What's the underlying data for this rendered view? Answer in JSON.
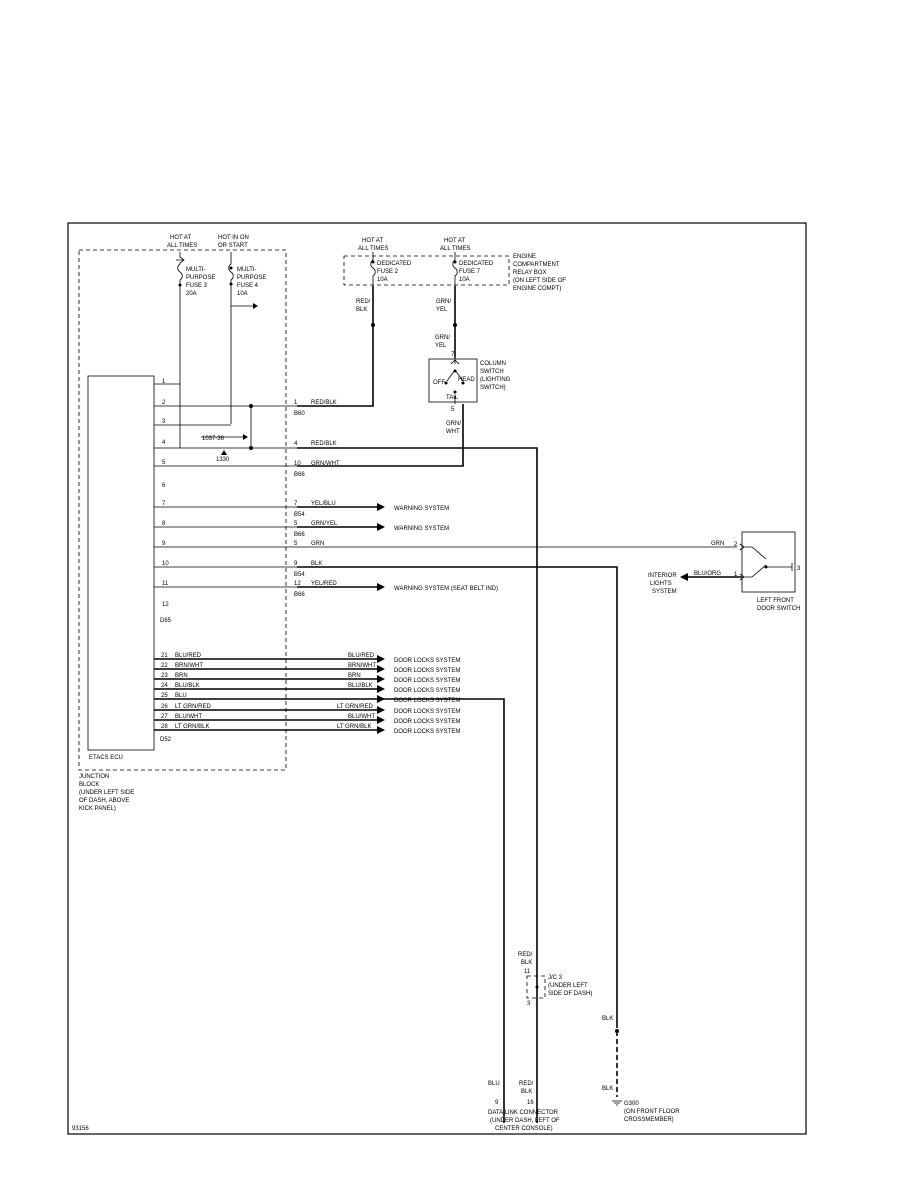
{
  "fuses": {
    "hot_always": [
      "HOT AT",
      "ALL TIMES"
    ],
    "hot_on_start": [
      "HOT IN ON",
      "OR START"
    ],
    "mp3": [
      "MULTI-",
      "PURPOSE",
      "FUSE 3",
      "20A"
    ],
    "mp4": [
      "MULTI-",
      "PURPOSE",
      "FUSE 4",
      "10A"
    ],
    "ded_hot1": [
      "HOT AT",
      "ALL TIMES"
    ],
    "ded_hot2": [
      "HOT AT",
      "ALL TIMES"
    ],
    "ded2": [
      "DEDICATED",
      "FUSE 2",
      "10A"
    ],
    "ded7": [
      "DEDICATED",
      "FUSE 7",
      "10A"
    ],
    "relay_box": [
      "ENGINE",
      "COMPARTMENT",
      "RELAY BOX",
      "(ON LEFT SIDE OF",
      "ENGINE COMPT)"
    ]
  },
  "wire_labels": {
    "red_blk_fuse": [
      "RED/",
      "BLK"
    ],
    "grn_yel_fuse": [
      "GRN/",
      "YEL"
    ],
    "grn_yel_col": [
      "GRN/",
      "YEL"
    ],
    "grn_wht_col": [
      "GRN/",
      "WHT"
    ],
    "red_blk_jc_top": [
      "RED/",
      "BLK"
    ],
    "blk_ground_upper": "BLK",
    "blk_ground_lower": "BLK",
    "blu_dlc": "BLU",
    "red_blk_dlc": [
      "RED/",
      "BLK"
    ]
  },
  "column_switch": {
    "label": [
      "COLUMN",
      "SWITCH",
      "(LIGHTING",
      "SWITCH)"
    ],
    "off": "OFF",
    "head": "HEAD",
    "tail": "TAIL",
    "pin_top": "7",
    "pin_bottom": "5"
  },
  "etacs": {
    "name": "ETACS ECU",
    "pins_upper": [
      "1",
      "2",
      "3",
      "4",
      "5",
      "6",
      "7",
      "8",
      "9",
      "10",
      "11",
      "12"
    ],
    "conn_upper": "D65",
    "conn_lower": "D52",
    "diode_labels": [
      "1037-36",
      "1330"
    ]
  },
  "junction_block": [
    "JUNCTION",
    "BLOCK",
    "(UNDER LEFT SIDE",
    "OF DASH, ABOVE",
    "KICK PANEL)"
  ],
  "upper_connections": [
    {
      "pin": "1",
      "wire": "RED/BLK",
      "conn": "B60"
    },
    {
      "pin": "4",
      "wire": "RED/BLK",
      "conn": ""
    },
    {
      "pin": "10",
      "wire": "GRN/WHT",
      "conn": "B66"
    },
    {
      "pin": "7",
      "wire": "YEL/BLU",
      "conn": "B54",
      "dest": "WARNING SYSTEM"
    },
    {
      "pin": "5",
      "wire": "GRN/YEL",
      "conn": "B66",
      "dest": "WARNING SYSTEM"
    },
    {
      "pin": "5",
      "wire": "GRN",
      "conn": ""
    },
    {
      "pin": "9",
      "wire": "BLK",
      "conn": "B54"
    },
    {
      "pin": "12",
      "wire": "YEL/RED",
      "conn": "B66",
      "dest": "WARNING SYSTEM (SEAT BELT IND)"
    }
  ],
  "door_locks": [
    {
      "pin": "21",
      "wire": "BLU/RED",
      "right": "BLU/RED",
      "dest": "DOOR LOCKS SYSTEM"
    },
    {
      "pin": "22",
      "wire": "BRN/WHT",
      "right": "BRN/WHT",
      "dest": "DOOR LOCKS SYSTEM"
    },
    {
      "pin": "23",
      "wire": "BRN",
      "right": "BRN",
      "dest": "DOOR LOCKS SYSTEM"
    },
    {
      "pin": "24",
      "wire": "BLU/BLK",
      "right": "BLU/BLK",
      "dest": "DOOR LOCKS SYSTEM"
    },
    {
      "pin": "25",
      "wire": "BLU",
      "right": "",
      "dest": "DOOR LOCKS SYSTEM"
    },
    {
      "pin": "26",
      "wire": "LT GRN/RED",
      "right": "LT GRN/RED",
      "dest": "DOOR LOCKS SYSTEM"
    },
    {
      "pin": "27",
      "wire": "BLU/WHT",
      "right": "BLU/WHT",
      "dest": "DOOR LOCKS SYSTEM"
    },
    {
      "pin": "28",
      "wire": "LT GRN/BLK",
      "right": "LT GRN/BLK",
      "dest": "DOOR LOCKS SYSTEM"
    }
  ],
  "door_switch": {
    "label": [
      "LEFT FRONT",
      "DOOR SWITCH"
    ],
    "grn": "GRN",
    "blu_org": "BLU/ORG",
    "pin2": "2",
    "pin1": "1",
    "pin3": "3",
    "interior": [
      "INTERIOR",
      "LIGHTS",
      "SYSTEM"
    ]
  },
  "jc3": {
    "label": [
      "J/C 3",
      "(UNDER LEFT",
      "SIDE OF DASH)"
    ],
    "pin_top": "11",
    "pin_bottom": "3"
  },
  "dlc": {
    "label": [
      "DATA LINK CONNECTOR",
      "(UNDER DASH, LEFT OF",
      "CENTER CONSOLE)"
    ],
    "pin_blu": "9",
    "pin_red": "16"
  },
  "ground": {
    "name": "G300",
    "label": [
      "(ON FRONT FLOOR",
      "CROSSMEMBER)"
    ]
  },
  "figure_id": "93156"
}
